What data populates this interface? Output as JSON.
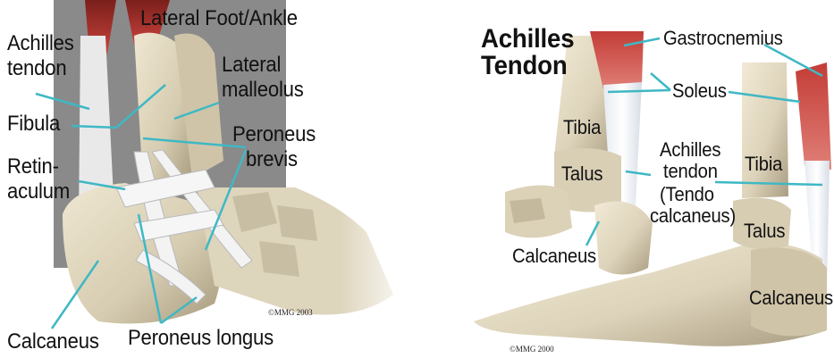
{
  "left": {
    "title": "Lateral Foot/Ankle",
    "labels": {
      "achilles_line1": "Achilles",
      "achilles_line2": "tendon",
      "fibula": "Fibula",
      "retinaculum_line1": "Retin-",
      "retinaculum_line2": "aculum",
      "lateral_malleolus_line1": "Lateral",
      "lateral_malleolus_line2": "malleolus",
      "peroneus_brevis_line1": "Peroneus",
      "peroneus_brevis_line2": "brevis",
      "calcaneus": "Calcaneus",
      "peroneus_longus": "Peroneus  longus"
    },
    "copyright": "©MMG 2003"
  },
  "right": {
    "title_line1": "Achilles",
    "title_line2": "Tendon",
    "labels": {
      "gastrocnemius": "Gastrocnemius",
      "soleus": "Soleus",
      "tibia_left": "Tibia",
      "talus_left": "Talus",
      "achilles_line1": "Achilles",
      "achilles_line2": "tendon",
      "achilles_line3": "(Tendo",
      "achilles_line4": "calcaneus)",
      "tibia_right": "Tibia",
      "talus_right": "Talus",
      "calcaneus_left": "Calcaneus",
      "calcaneus_right": "Calcaneus"
    },
    "copyright": "©MMG 2000"
  },
  "colors": {
    "bone": "#ddd3ba",
    "bone_shadow": "#a99d82",
    "muscle": "#c9433d",
    "tendon": "#eef0f3",
    "leader_line": "#3fb8c4",
    "background": "#ffffff"
  }
}
